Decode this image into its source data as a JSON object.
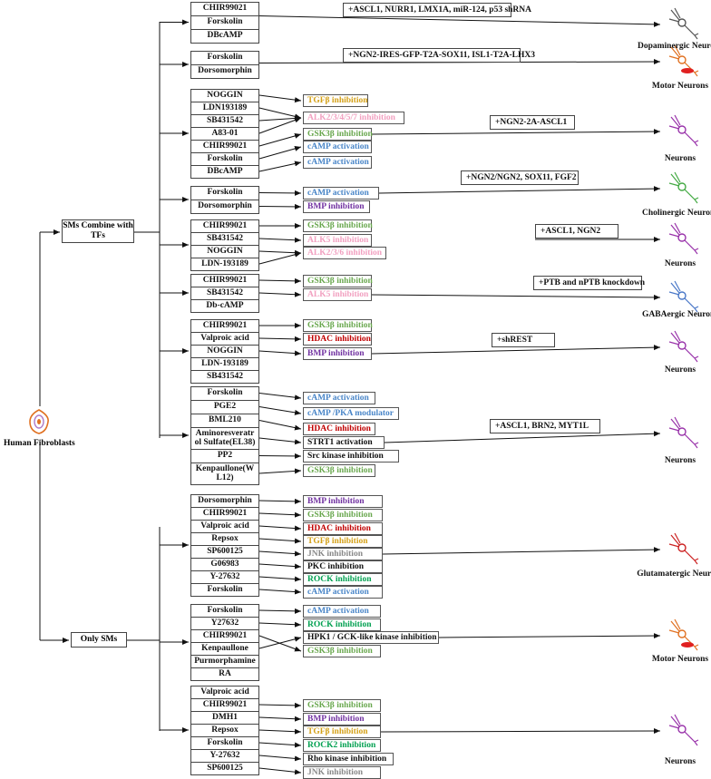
{
  "root": {
    "label": "Human Fibroblasts"
  },
  "categories": {
    "combine": "SMs Combine with TFs",
    "only": "Only SMs"
  },
  "colors": {
    "tgfb": "#d4a017",
    "alk": "#f2a0c0",
    "gsk": "#6aa84f",
    "camp": "#4a86c8",
    "bmp": "#7030a0",
    "hdac": "#c00000",
    "jnk": "#888888",
    "rock": "#00a050",
    "black": "#111111",
    "neuron": "#9933aa",
    "motor": "#e07020",
    "chol": "#44aa44",
    "gaba": "#4a78c8",
    "glut": "#cc2222",
    "dopa": "#555555"
  },
  "groups": [
    {
      "compounds": [
        "CHIR99021",
        "Forskolin",
        "DBcAMP"
      ],
      "effects": [],
      "tfs": "+ASCL1, NURR1, LMX1A, miR-124, p53 shRNA",
      "neuron": "Dopaminergic Neurons",
      "neuron_icon": "dopa-neuron-icon"
    },
    {
      "compounds": [
        "Forskolin",
        "Dorsomorphin"
      ],
      "effects": [],
      "tfs": "+NGN2-IRES-GFP-T2A-SOX11, ISL1-T2A-LHX3",
      "neuron": "Motor Neurons",
      "neuron_icon": "motor-neuron-icon"
    },
    {
      "compounds": [
        "NOGGIN",
        "LDN193189",
        "SB431542",
        "A83-01",
        "CHIR99021",
        "Forskolin",
        "DBcAMP"
      ],
      "effects": [
        {
          "text": "TGFβ inhibition",
          "color": "tgfb"
        },
        {
          "text": "ALK2/3/4/5/7 inhibition",
          "color": "alk"
        },
        {
          "text": "GSK3β inhibition",
          "color": "gsk"
        },
        {
          "text": "cAMP activation",
          "color": "camp"
        },
        {
          "text": "cAMP activation",
          "color": "camp"
        }
      ],
      "tfs": "+NGN2-2A-ASCL1",
      "neuron": "Neurons",
      "neuron_icon": "neuron-icon"
    },
    {
      "compounds": [
        "Forskolin",
        "Dorsomorphin"
      ],
      "effects": [
        {
          "text": "cAMP  activation",
          "color": "camp"
        },
        {
          "text": "BMP inhibition",
          "color": "bmp"
        }
      ],
      "tfs": "+NGN2/NGN2, SOX11, FGF2",
      "neuron": "Cholinergic Neurons",
      "neuron_icon": "cholinergic-neuron-icon"
    },
    {
      "compounds": [
        "CHIR99021",
        "SB431542",
        "NOGGIN",
        "LDN-193189"
      ],
      "effects": [
        {
          "text": "GSK3β inhibition",
          "color": "gsk"
        },
        {
          "text": "ALK5 inhibition",
          "color": "alk"
        },
        {
          "text": "ALK2/3/6 inhibition",
          "color": "alk"
        }
      ],
      "tfs": "+ASCL1, NGN2",
      "neuron": "Neurons",
      "neuron_icon": "neuron-icon"
    },
    {
      "compounds": [
        "CHIR99021",
        "SB431542",
        "Db-cAMP"
      ],
      "effects": [
        {
          "text": "GSK3β inhibition",
          "color": "gsk"
        },
        {
          "text": "ALK5 inhibition",
          "color": "alk"
        }
      ],
      "tfs": "+PTB and nPTB knockdown",
      "neuron": "GABAergic Neurons",
      "neuron_icon": "gabaergic-neuron-icon"
    },
    {
      "compounds": [
        "CHIR99021",
        "Valproic acid",
        "NOGGIN",
        "LDN-193189",
        "SB431542"
      ],
      "effects": [
        {
          "text": "GSK3β inhibition",
          "color": "gsk"
        },
        {
          "text": "HDAC inhibition",
          "color": "hdac"
        },
        {
          "text": "BMP inhibition",
          "color": "bmp"
        }
      ],
      "tfs": "+shREST",
      "neuron": "Neurons",
      "neuron_icon": "neuron-icon"
    },
    {
      "compounds": [
        "Forskolin",
        "PGE2",
        "BML210",
        "Aminoresveratr ol Sulfate(EL38)",
        "PP2",
        "Kenpaullone(W L12)"
      ],
      "effects": [
        {
          "text": "cAMP activation",
          "color": "camp"
        },
        {
          "text": "cAMP /PKA modulator",
          "color": "camp"
        },
        {
          "text": "HDAC inhibition",
          "color": "hdac"
        },
        {
          "text": "STRT1 activation",
          "color": "black"
        },
        {
          "text": "Src kinase inhibition",
          "color": "black"
        },
        {
          "text": "GSK3β inhibition",
          "color": "gsk"
        }
      ],
      "tfs": "+ASCL1, BRN2, MYT1L",
      "neuron": "Neurons",
      "neuron_icon": "neuron-icon"
    },
    {
      "compounds": [
        "Dorsomorphin",
        "CHIR99021",
        "Valproic acid",
        "Repsox",
        "SP600125",
        "G06983",
        "Y-27632",
        "Forskolin"
      ],
      "effects": [
        {
          "text": "BMP inhibition",
          "color": "bmp"
        },
        {
          "text": "GSK3β inhibition",
          "color": "gsk"
        },
        {
          "text": "HDAC inhibition",
          "color": "hdac"
        },
        {
          "text": "TGFβ inhibition",
          "color": "tgfb"
        },
        {
          "text": "JNK inhibition",
          "color": "jnk"
        },
        {
          "text": "PKC inhibition",
          "color": "black"
        },
        {
          "text": "ROCK inhibition",
          "color": "rock"
        },
        {
          "text": "cAMP activation",
          "color": "camp"
        }
      ],
      "tfs": "",
      "neuron": "Glutamatergic Neurons",
      "neuron_icon": "glutamatergic-neuron-icon"
    },
    {
      "compounds": [
        "Forskolin",
        "Y27632",
        "CHIR99021",
        "Kenpaullone",
        "Purmorphamine",
        "RA"
      ],
      "effects": [
        {
          "text": "cAMP activation",
          "color": "camp"
        },
        {
          "text": "ROCK inhibition",
          "color": "rock"
        },
        {
          "text": "HPK1 / GCK-like kinase inhibition",
          "color": "black"
        },
        {
          "text": "GSK3β inhibition",
          "color": "gsk"
        }
      ],
      "tfs": "",
      "neuron": "Motor Neurons",
      "neuron_icon": "motor-neuron-icon"
    },
    {
      "compounds": [
        "Valproic acid",
        "CHIR99021",
        "DMH1",
        "Repsox",
        "Forskolin",
        "Y-27632",
        "SP600125"
      ],
      "effects": [
        {
          "text": "GSK3β inhibition",
          "color": "gsk"
        },
        {
          "text": "BMP inhibition",
          "color": "bmp"
        },
        {
          "text": "TGFβ inhibition",
          "color": "tgfb"
        },
        {
          "text": "ROCK2 inhibition",
          "color": "rock"
        },
        {
          "text": "Rho kinase inhibition",
          "color": "black"
        },
        {
          "text": "JNK inhibition",
          "color": "jnk"
        }
      ],
      "tfs": "",
      "neuron": "Neurons",
      "neuron_icon": "neuron-icon"
    }
  ]
}
